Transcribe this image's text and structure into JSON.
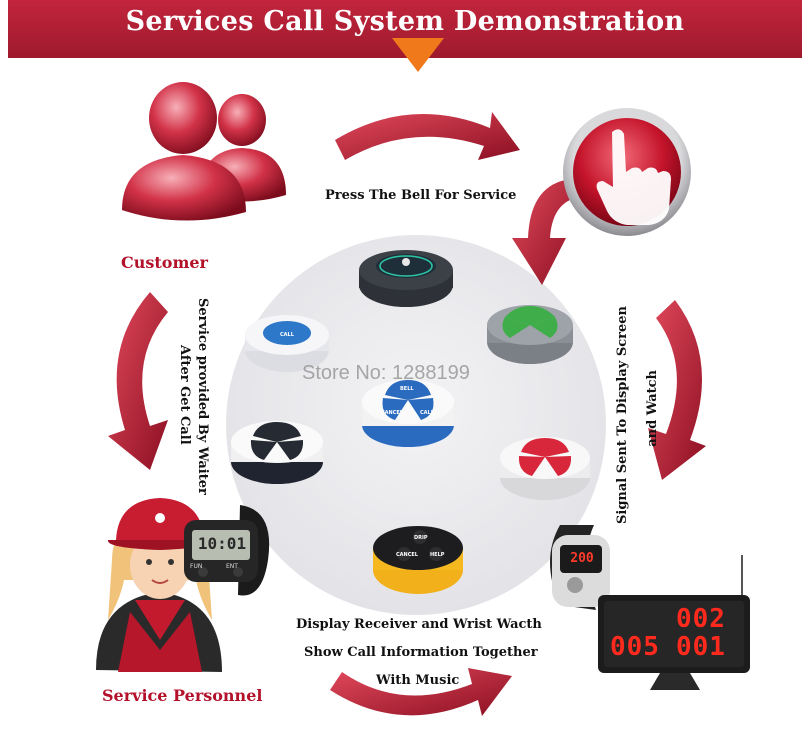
{
  "header": {
    "title": "Services Call System Demonstration"
  },
  "labels": {
    "press_bell": "Press The Bell For Service",
    "customer": "Customer",
    "service_personnel": "Service Personnel",
    "service_by_waiter_line1": "Service provided  By Waiter",
    "service_by_waiter_line2": "After Get Call",
    "signal_line1": "Signal Sent To Display Screen",
    "signal_line2": "and Watch",
    "display_line1": "Display Receiver and Wrist Wacth",
    "display_line2": "Show Call Information Together",
    "display_line3": "With Music"
  },
  "watermark": {
    "store": "Store No: 1288199"
  },
  "devices": {
    "watch_left_display": "10:01",
    "watch_left_btn1": "FUN",
    "watch_left_btn2": "ENT",
    "watch_right_display": "200",
    "display_top": "002",
    "display_bottom_left": "005",
    "display_bottom_right": "001"
  },
  "button_labels": {
    "call": "CALL",
    "cancel": "CANCEL",
    "bell": "BELL",
    "help": "HELP",
    "drip": "DRIP"
  },
  "colors": {
    "header_red": "#b01f33",
    "accent_orange": "#f07a1b",
    "label_red": "#b3122a",
    "arrow_red": "#b0192e"
  }
}
